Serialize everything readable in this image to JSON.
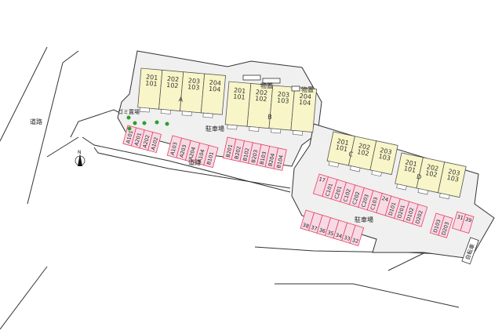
{
  "labels": {
    "road_left": "道路",
    "road_center": "道路",
    "parking_ab": "駐車場",
    "parking_cd": "駐車場",
    "storage_1": "物置",
    "storage_2": "物置",
    "garbage": "ゴミ置場",
    "bicycle": "自転車",
    "north": "N"
  },
  "buildings": [
    {
      "name": "A",
      "units": [
        [
          "201",
          "101"
        ],
        [
          "202",
          "102"
        ],
        [
          "203",
          "103"
        ],
        [
          "204",
          "104"
        ]
      ]
    },
    {
      "name": "B",
      "units": [
        [
          "201",
          "101"
        ],
        [
          "202",
          "102"
        ],
        [
          "203",
          "103"
        ],
        [
          "204",
          "104"
        ]
      ]
    },
    {
      "name": "C",
      "units": [
        [
          "201",
          "101"
        ],
        [
          "202",
          "102"
        ],
        [
          "203",
          "103"
        ]
      ]
    },
    {
      "name": "D",
      "units": [
        [
          "201",
          "101"
        ],
        [
          "202",
          "102"
        ],
        [
          "203",
          "103"
        ]
      ]
    }
  ],
  "parking": {
    "row_a1": [
      "A101",
      "A201",
      "A202",
      "A102"
    ],
    "row_a2": [
      "A103",
      "A203",
      "A204",
      "A104",
      "B101"
    ],
    "row_b": [
      "B201",
      "B202",
      "B102",
      "B203",
      "B103",
      "B204",
      "B104"
    ],
    "row_cd": [
      "17",
      "C101",
      "C201",
      "C102",
      "C202",
      "C203",
      "C103",
      "24",
      "D101",
      "D201",
      "D102",
      "D202"
    ],
    "row_d": [
      "D103",
      "D203"
    ],
    "row_e": [
      "31",
      "39"
    ],
    "row_bottom": [
      "38",
      "37",
      "36",
      "35",
      "34",
      "33",
      "32"
    ]
  },
  "colors": {
    "building": "#f8f6c8",
    "stall": "#f6dbe6",
    "stall_border": "#e8405e",
    "lot": "#f0f0f0",
    "tree": "#2aa02a"
  }
}
